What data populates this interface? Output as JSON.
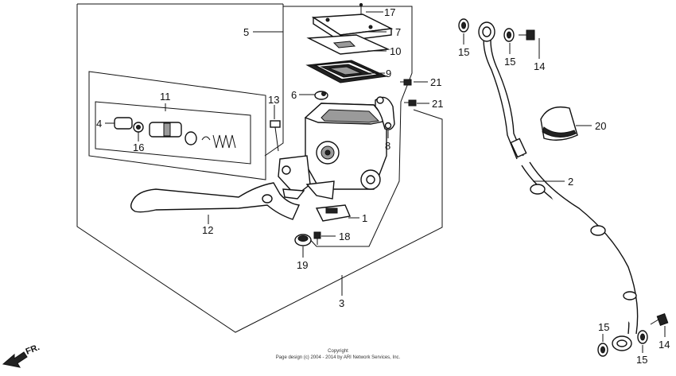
{
  "callouts": {
    "c1": "1",
    "c2": "2",
    "c3": "3",
    "c4": "4",
    "c5": "5",
    "c6": "6",
    "c7": "7",
    "c8": "8",
    "c9": "9",
    "c10": "10",
    "c11": "11",
    "c12": "12",
    "c13": "13",
    "c14a": "14",
    "c14b": "14",
    "c15a": "15",
    "c15b": "15",
    "c15c": "15",
    "c15d": "15",
    "c16": "16",
    "c17": "17",
    "c18": "18",
    "c19": "19",
    "c20": "20",
    "c21a": "21",
    "c21b": "21"
  },
  "footer": {
    "copyright_title": "Copyright",
    "copyright_line": "Page design (c) 2004 - 2014 by ARI Network Services, Inc."
  },
  "direction": {
    "label": "FR."
  }
}
